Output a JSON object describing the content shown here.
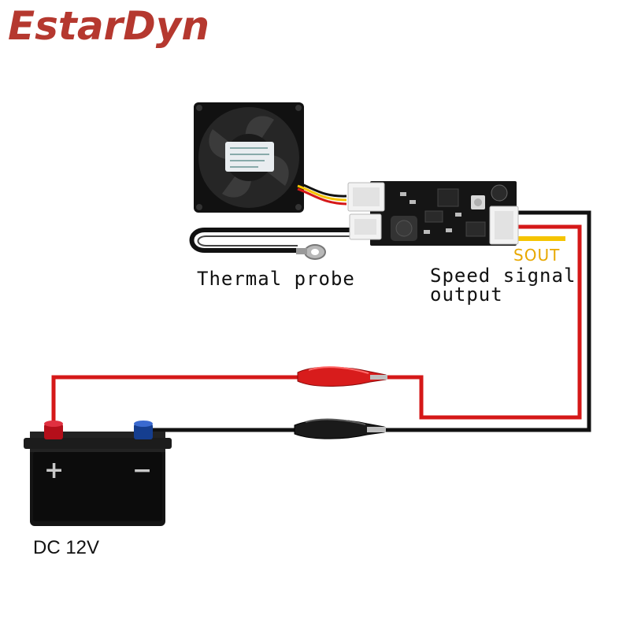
{
  "brand": {
    "logo_text": "EstarDyn"
  },
  "labels": {
    "thermal_probe": "Thermal probe",
    "speed_signal_line1": "Speed signal",
    "speed_signal_line2": "output",
    "sout": "SOUT",
    "supply": "DC 12V"
  },
  "battery": {
    "plus_sign": "+",
    "minus_sign": "−"
  },
  "colors": {
    "brand": "#b5382f",
    "positive_wire": "#d51818",
    "negative_wire": "#111111",
    "signal_wire": "#f5c400",
    "pcb": "#151515"
  },
  "icons": [
    "cooling-fan-icon",
    "control-board-icon",
    "thermal-probe-icon",
    "battery-icon",
    "alligator-clip-icon"
  ]
}
